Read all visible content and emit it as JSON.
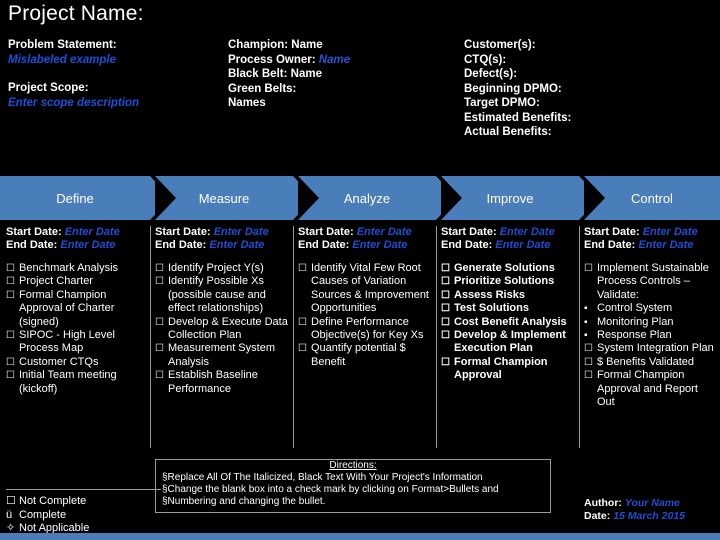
{
  "title": "Project Name:",
  "info": {
    "col1": [
      {
        "label": "Problem Statement:",
        "value": "Mislabeled example",
        "value_style": "italic-blue"
      },
      {
        "label": "",
        "value": ""
      },
      {
        "label": "Project Scope:",
        "value": "Enter scope description",
        "value_style": "italic-blue"
      }
    ],
    "col2": [
      {
        "label": "Champion:",
        "value": "Name"
      },
      {
        "label": "Process Owner:",
        "value": "Name",
        "value_style": "italic-blue"
      },
      {
        "label": "Black Belt:",
        "value": "Name"
      },
      {
        "label": "Green Belts:",
        "value": ""
      },
      {
        "label": "Names",
        "value": ""
      }
    ],
    "col3": [
      {
        "label": "Customer(s):",
        "value": ""
      },
      {
        "label": "CTQ(s):",
        "value": ""
      },
      {
        "label": "Defect(s):",
        "value": ""
      },
      {
        "label": "Beginning DPMO:",
        "value": ""
      },
      {
        "label": "Target DPMO:",
        "value": ""
      },
      {
        "label": "Estimated Benefits:",
        "value": ""
      },
      {
        "label": "Actual Benefits:",
        "value": ""
      }
    ]
  },
  "phases": [
    {
      "id": "define",
      "label": "Define"
    },
    {
      "id": "measure",
      "label": "Measure"
    },
    {
      "id": "analyze",
      "label": "Analyze"
    },
    {
      "id": "improve",
      "label": "Improve"
    },
    {
      "id": "control",
      "label": "Control"
    }
  ],
  "columns": [
    {
      "phase": "Define",
      "start_label": "Start Date:",
      "start_value": "Enter Date",
      "end_label": "End Date:",
      "end_value": "Enter Date",
      "items": [
        {
          "mark": "checkbox",
          "text": "Benchmark Analysis"
        },
        {
          "mark": "checkbox",
          "text": "Project Charter"
        },
        {
          "mark": "checkbox",
          "text": "Formal Champion Approval of Charter (signed)"
        },
        {
          "mark": "checkbox",
          "text": "SIPOC - High Level Process Map"
        },
        {
          "mark": "checkbox",
          "text": "Customer CTQs"
        },
        {
          "mark": "checkbox",
          "text": "Initial Team meeting (kickoff)"
        }
      ]
    },
    {
      "phase": "Measure",
      "start_label": "Start Date:",
      "start_value": "Enter Date",
      "end_label": "End Date:",
      "end_value": "Enter Date",
      "items": [
        {
          "mark": "checkbox",
          "text": "Identify Project Y(s)"
        },
        {
          "mark": "checkbox",
          "text": "Identify Possible Xs (possible cause and effect relationships)"
        },
        {
          "mark": "checkbox",
          "text": "Develop & Execute Data Collection Plan"
        },
        {
          "mark": "checkbox",
          "text": "Measurement System Analysis"
        },
        {
          "mark": "checkbox",
          "text": "Establish Baseline Performance"
        }
      ]
    },
    {
      "phase": "Analyze",
      "start_label": "Start Date:",
      "start_value": "Enter Date",
      "end_label": "End Date:",
      "end_value": "Enter Date",
      "items": [
        {
          "mark": "checkbox",
          "text": "Identify Vital Few Root Causes of Variation Sources & Improvement Opportunities"
        },
        {
          "mark": "checkbox",
          "text": "Define Performance Objective(s) for Key Xs"
        },
        {
          "mark": "checkbox",
          "text": "Quantify potential $ Benefit"
        }
      ]
    },
    {
      "phase": "Improve",
      "start_label": "Start Date:",
      "start_value": "Enter Date",
      "end_label": "End Date:",
      "end_value": "Enter Date",
      "items": [
        {
          "mark": "checkbox",
          "text": "Generate Solutions",
          "style": "blue"
        },
        {
          "mark": "checkbox",
          "text": "Prioritize Solutions",
          "style": "blue"
        },
        {
          "mark": "checkbox",
          "text": "Assess Risks",
          "style": "blue"
        },
        {
          "mark": "checkbox",
          "text": "Test Solutions",
          "style": "blue"
        },
        {
          "mark": "checkbox",
          "text": "Cost Benefit Analysis",
          "style": "blue"
        },
        {
          "mark": "checkbox",
          "text": "Develop & Implement Execution Plan",
          "style": "blue"
        },
        {
          "mark": "checkbox",
          "text": "Formal Champion Approval",
          "style": "blue"
        }
      ]
    },
    {
      "phase": "Control",
      "start_label": "Start Date:",
      "start_value": "Enter Date",
      "end_label": "End Date:",
      "end_value": "Enter Date",
      "items": [
        {
          "mark": "checkbox",
          "text": "Implement Sustainable Process Controls – Validate:"
        },
        {
          "mark": "bullet",
          "text": "Control System",
          "sub": true
        },
        {
          "mark": "bullet",
          "text": "Monitoring Plan",
          "sub": true
        },
        {
          "mark": "bullet",
          "text": "Response Plan",
          "sub": true
        },
        {
          "mark": "checkbox",
          "text": "System Integration Plan"
        },
        {
          "mark": "checkbox",
          "text": "$ Benefits Validated"
        },
        {
          "mark": "checkbox",
          "text": "Formal Champion Approval and Report Out"
        }
      ]
    }
  ],
  "directions": {
    "title": "Directions:",
    "lines": [
      "§Replace All Of The Italicized, Black Text With Your Project's Information",
      "§Change the blank box into a check mark by clicking on Format>Bullets and",
      "§Numbering and changing the bullet."
    ]
  },
  "legend": [
    {
      "mark": "☐",
      "text": "Not Complete"
    },
    {
      "mark": "ü",
      "text": "Complete"
    },
    {
      "mark": "✧",
      "text": "Not Applicable"
    }
  ],
  "footer": {
    "author_label": "Author:",
    "author_value": "Your Name",
    "date_label": "Date:",
    "date_value": "15 March 2015"
  }
}
